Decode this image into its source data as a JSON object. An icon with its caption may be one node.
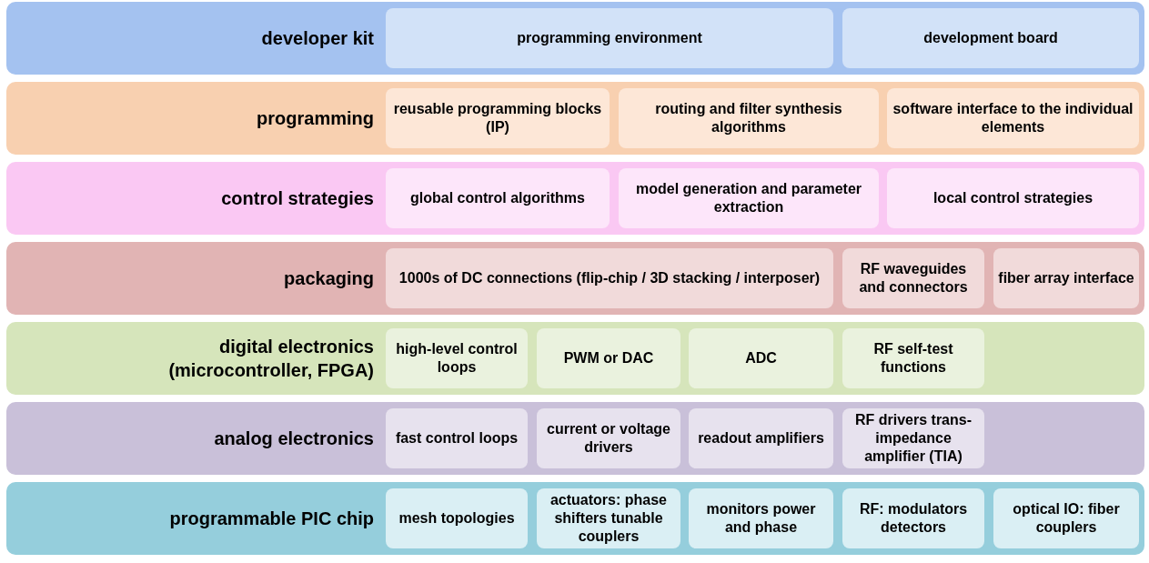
{
  "diagram": {
    "nodes": [
      {
        "text": [
          "developer kit"
        ]
      },
      {
        "text": [
          "programming environment"
        ],
        "in": 0
      },
      {
        "text": [
          "development board"
        ],
        "in": 0
      },
      {
        "text": [
          "programming"
        ]
      },
      {
        "text": [
          "reusable programming blocks (IP)"
        ],
        "in": 3
      },
      {
        "text": [
          "routing and filter synthesis algorithms"
        ],
        "in": 3
      },
      {
        "text": [
          "software interface to the individual elements"
        ],
        "in": 3
      },
      {
        "text": [
          "control strategies"
        ]
      },
      {
        "text": [
          "global control algorithms"
        ],
        "in": 7
      },
      {
        "text": [
          "model generation and parameter extraction"
        ],
        "in": 7
      },
      {
        "text": [
          "local control strategies"
        ],
        "in": 7
      },
      {
        "text": [
          "packaging"
        ]
      },
      {
        "text": [
          "1000s of DC connections (flip-chip / 3D stacking / interposer)"
        ],
        "in": 11
      },
      {
        "text": [
          "RF waveguides and connectors"
        ],
        "in": 11
      },
      {
        "text": [
          "fiber array interface"
        ],
        "in": 11
      },
      {
        "text": [
          "digital electronics (microcontroller, FPGA)"
        ]
      },
      {
        "text": [
          "high-level control loops"
        ],
        "in": 15
      },
      {
        "text": [
          "PWM or DAC"
        ],
        "in": 15
      },
      {
        "text": [
          "ADC"
        ],
        "in": 15
      },
      {
        "text": [
          "RF self-test functions"
        ],
        "in": 15
      },
      {
        "text": [
          "analog electronics"
        ]
      },
      {
        "text": [
          "fast control loops"
        ],
        "in": 20
      },
      {
        "text": [
          "current or voltage drivers"
        ],
        "in": 20
      },
      {
        "text": [
          "readout amplifiers"
        ],
        "in": 20
      },
      {
        "text": [
          "RF drivers trans-impedance amplifier (TIA)"
        ],
        "in": 20
      },
      {
        "text": [
          "programmable PIC chip"
        ]
      },
      {
        "text": [
          "mesh topologies"
        ],
        "in": 25
      },
      {
        "text": [
          "actuators: phase shifters tunable couplers"
        ],
        "in": 25
      },
      {
        "text": [
          "monitors power and phase"
        ],
        "in": 25
      },
      {
        "text": [
          "RF: modulators detectors"
        ],
        "in": 25
      },
      {
        "text": [
          "optical IO: fiber couplers"
        ],
        "in": 25
      }
    ]
  }
}
